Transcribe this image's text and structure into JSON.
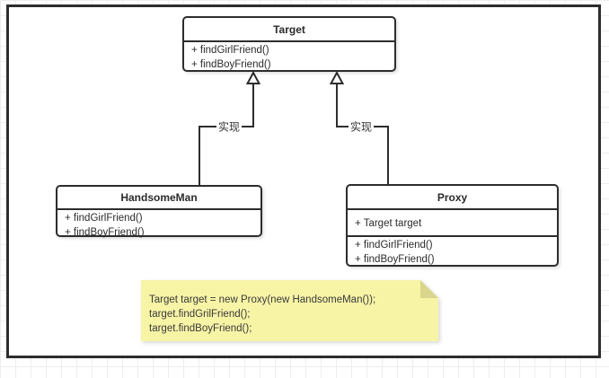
{
  "diagram": {
    "classes": {
      "target": {
        "name": "Target",
        "methods": [
          "+ findGirlFriend()",
          "+ findBoyFriend()"
        ]
      },
      "handsome_man": {
        "name": "HandsomeMan",
        "methods": [
          "+ findGirlFriend()",
          "+ findBoyFriend()"
        ]
      },
      "proxy": {
        "name": "Proxy",
        "fields": [
          "+ Target target"
        ],
        "methods": [
          "+ findGirlFriend()",
          "+ findBoyFriend()"
        ]
      }
    },
    "connectors": [
      {
        "label": "实现",
        "from": "HandsomeMan",
        "to": "Target",
        "type": "realization"
      },
      {
        "label": "实现",
        "from": "Proxy",
        "to": "Target",
        "type": "realization"
      }
    ],
    "note": {
      "lines": [
        "Target target = new Proxy(new HandsomeMan());",
        "target.findGrilFriend();",
        "target.findBoyFriend();"
      ]
    },
    "colors": {
      "stroke": "#2d2d2d",
      "note_fill": "#f7f4a6",
      "note_fold": "#d9d58c",
      "grid_line": "#f1ecee",
      "canvas_fill": "#ffffff"
    }
  }
}
